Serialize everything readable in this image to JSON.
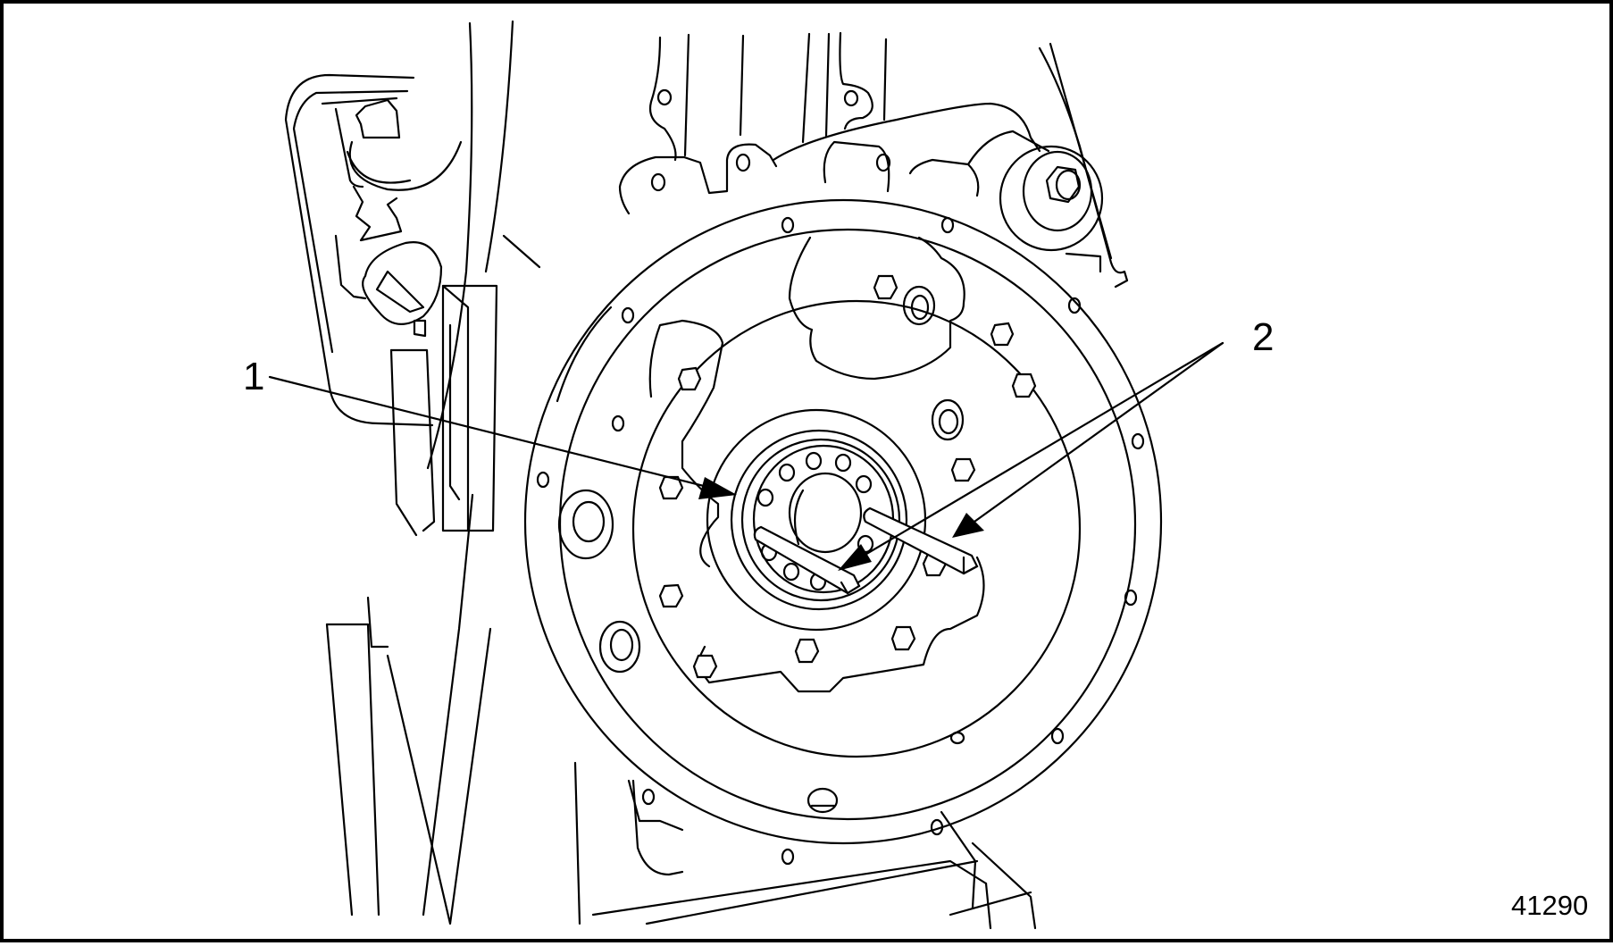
{
  "figure": {
    "id_label": "41290",
    "subject": "engine flywheel housing with crankshaft hub and locating pins (line illustration)",
    "colors": {
      "line": "#000000",
      "background": "#ffffff",
      "border": "#000000"
    }
  },
  "callouts": [
    {
      "number": "1",
      "target": "crankshaft-hub"
    },
    {
      "number": "2",
      "target": "guide-pins"
    }
  ]
}
